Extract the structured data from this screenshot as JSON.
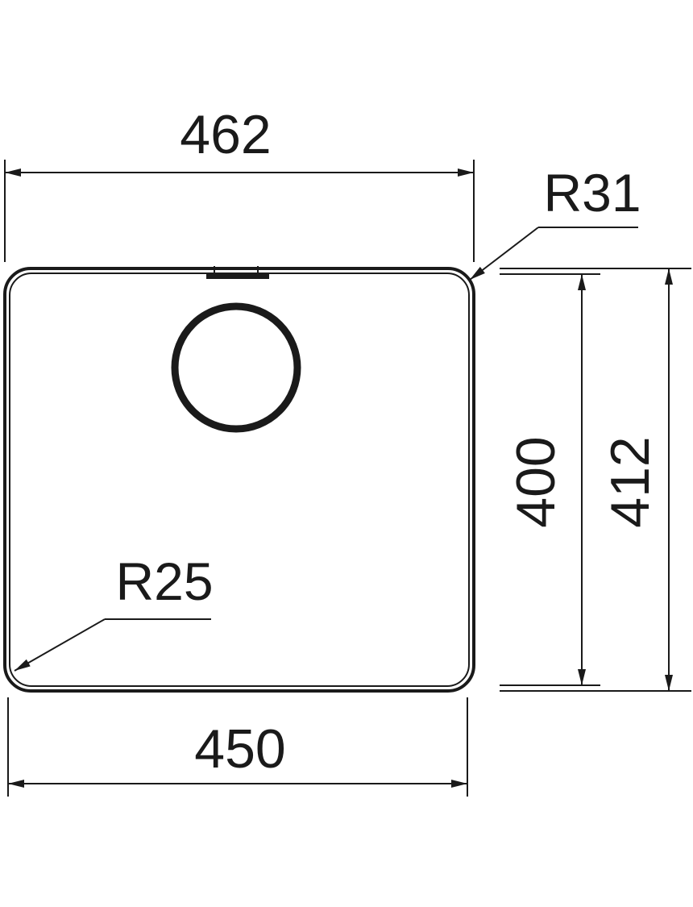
{
  "dimensions": {
    "outer_width": "462",
    "inner_width": "450",
    "inner_height": "400",
    "outer_height": "412",
    "outer_radius": "R31",
    "inner_radius": "R25"
  },
  "colors": {
    "line": "#1a1a1a",
    "background": "#ffffff"
  }
}
